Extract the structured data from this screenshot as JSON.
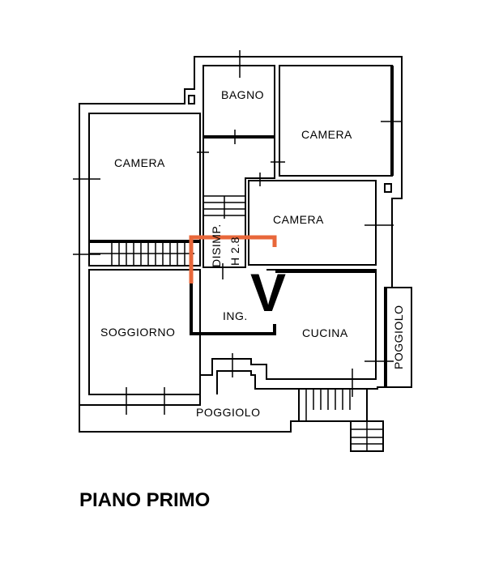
{
  "plan": {
    "title": "PIANO PRIMO",
    "rooms": {
      "bagno": "BAGNO",
      "camera_top_right": "CAMERA",
      "camera_left": "CAMERA",
      "camera_middle": "CAMERA",
      "soggiorno": "SOGGIORNO",
      "ingresso": "ING.",
      "cucina": "CUCINA",
      "poggiolo_bottom": "POGGIOLO",
      "poggiolo_right": "POGGIOLO",
      "disimpegno": "DISIMP.",
      "height": "H 2.8"
    },
    "view_marker": "V",
    "colors": {
      "highlight": "#e8673a",
      "walls": "#000000"
    }
  }
}
